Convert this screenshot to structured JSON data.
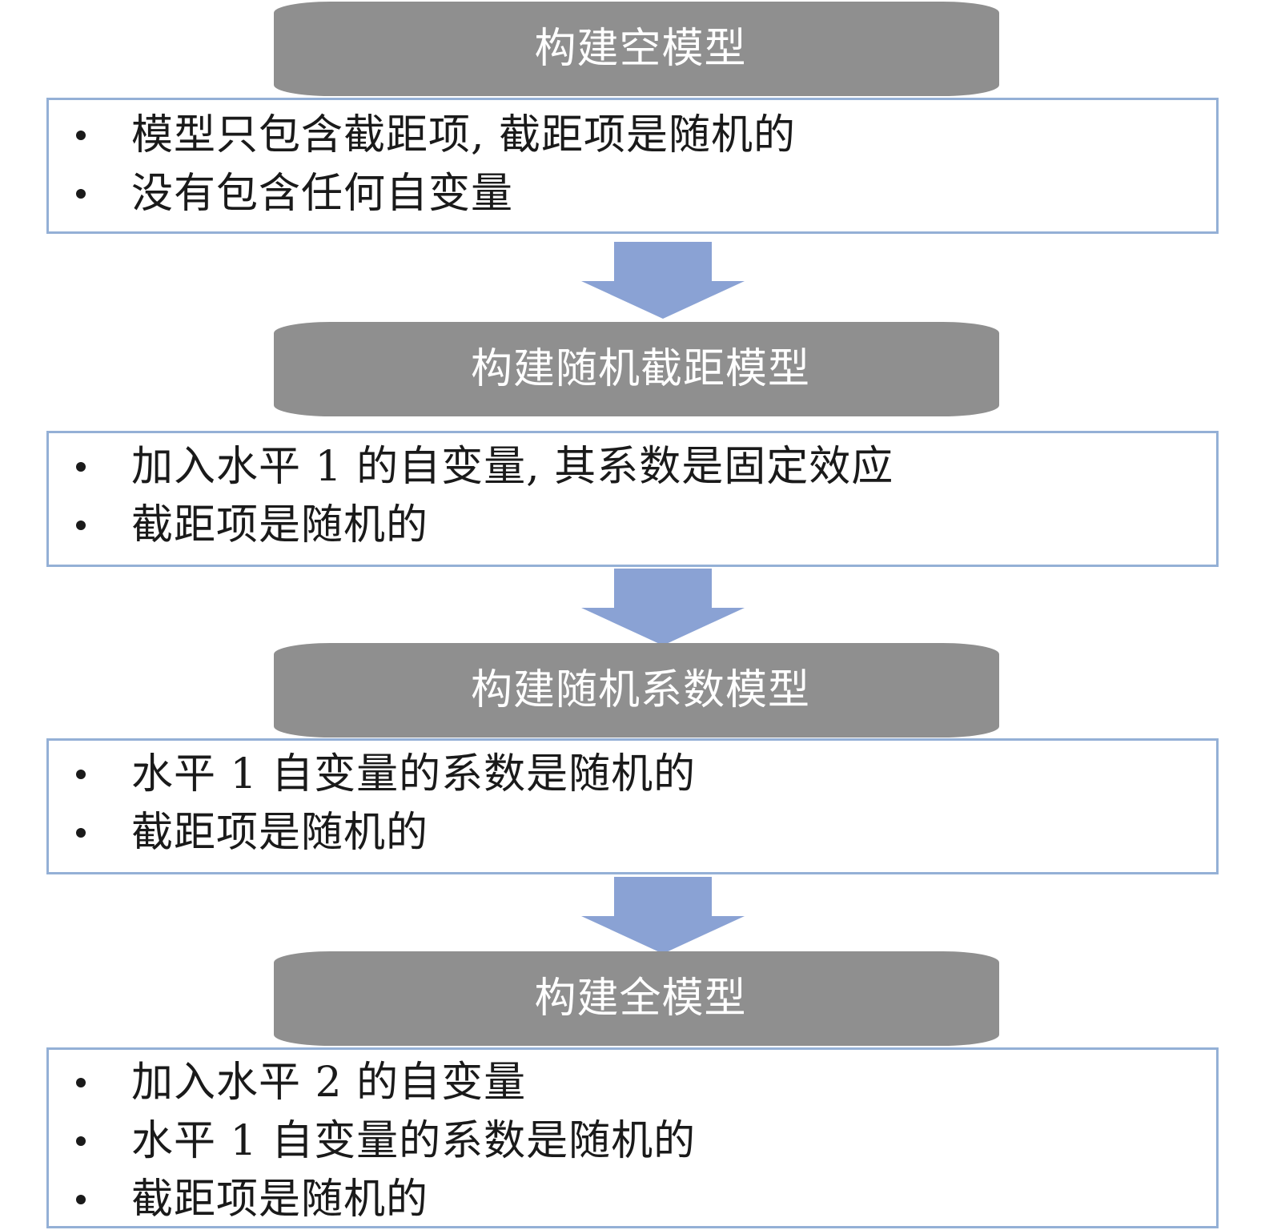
{
  "stages": [
    {
      "title": "构建空模型",
      "bullets": [
        "模型只包含截距项, 截距项是随机的",
        "没有包含任何自变量"
      ]
    },
    {
      "title": "构建随机截距模型",
      "bullets": [
        "加入水平 1 的自变量, 其系数是固定效应",
        "截距项是随机的"
      ]
    },
    {
      "title": "构建随机系数模型",
      "bullets": [
        "水平 1 自变量的系数是随机的",
        "截距项是随机的"
      ]
    },
    {
      "title": "构建全模型",
      "bullets": [
        "加入水平 2 的自变量",
        "水平 1 自变量的系数是随机的",
        "截距项是随机的"
      ]
    }
  ],
  "colors": {
    "header_fill": "#8f8f8f",
    "header_text": "#ffffff",
    "box_border": "#94b0d6",
    "arrow_fill": "#8aa2d4",
    "text": "#1a1a1a"
  }
}
